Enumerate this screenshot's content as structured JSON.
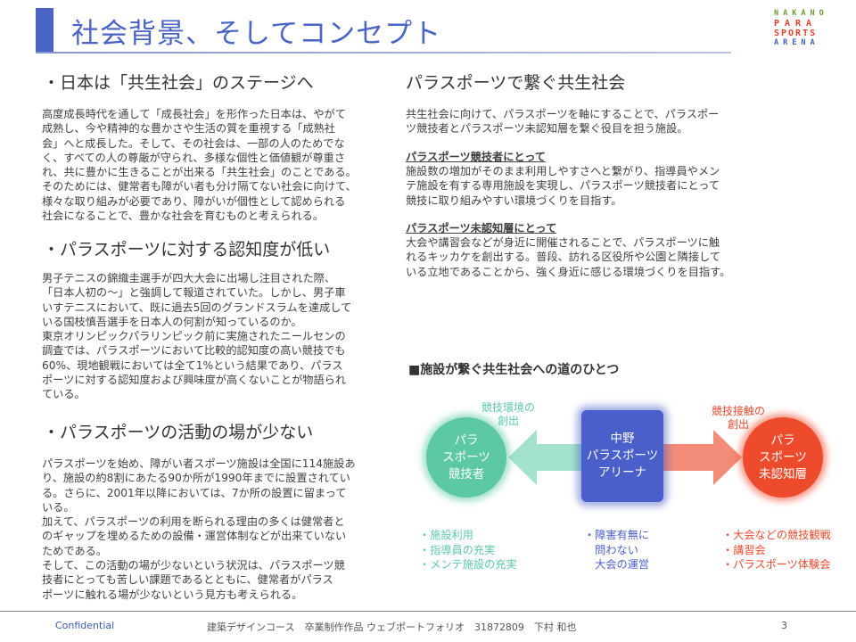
{
  "header": {
    "title": "社会背景、そしてコンセプト",
    "logo": [
      "NAKANO",
      "PARA",
      "SPORTS",
      "ARENA"
    ]
  },
  "left": {
    "sections": [
      {
        "heading": "・日本は「共生社会」のステージへ",
        "lines": [
          "高度成長時代を通して「成長社会」を形作った日本は、やがて",
          "成熟し、今や精神的な豊かさや生活の質を重視する「成熟社",
          "会」へと成長した。そして、その社会は、一部の人のためでな",
          "く、すべての人の尊厳が守られ、多様な個性と価値観が尊重さ",
          "れ、共に豊かに生きることが出来る「共生社会」のことである。",
          "そのためには、健常者も障がい者も分け隔てない社会に向けて、",
          "様々な取り組みが必要であり、障がいが個性として認められる",
          "社会になることで、豊かな社会を育むものと考えられる。"
        ]
      },
      {
        "heading": "・パラスポーツに対する認知度が低い",
        "lines": [
          "男子テニスの錦織圭選手が四大大会に出場し注目された際、",
          "「日本人初の～」と強調して報道されていた。しかし、男子車",
          "いすテニスにおいて、既に過去5回のグランドスラムを達成して",
          "いる国枝慎吾選手を日本人の何割が知っているのか。",
          "東京オリンピックパラリンピック前に実施されたニールセンの",
          "調査では、パラスポーツにおいて比較的認知度の高い競技でも",
          "60%、現地観戦においては全て1%という結果であり、パラス",
          "ポーツに対する認知度および興味度が高くないことが物語られ",
          "ている。"
        ]
      },
      {
        "heading": "・パラスポーツの活動の場が少ない",
        "lines": [
          "パラスポーツを始め、障がい者スポーツ施設は全国に114施設あ",
          "り、施設の約8割にあたる90か所が1990年までに設置されてい",
          "る。さらに、2001年以降においては、7か所の設置に留まって",
          "いる。",
          "加えて、パラスポーツの利用を断られる理由の多くは健常者と",
          "のギャップを埋めるための設備・運営体制などが出来ていない",
          "ためである。",
          "そして、この活動の場が少ないという状況は、パラスポーツ競",
          "技者にとっても苦しい課題であるとともに、健常者がパラス",
          "ポーツに触れる場が少ないという見方も考えられる。"
        ]
      }
    ]
  },
  "right": {
    "heading": "パラスポーツで繋ぐ共生社会",
    "intro": [
      "共生社会に向けて、パラスポーツを軸にすることで、パラスポー",
      "ツ競技者とパラスポーツ未認知層を繋ぐ役目を担う施設。"
    ],
    "sub1": {
      "title": "パラスポーツ競技者にとって",
      "lines": [
        "施設数の増加がそのまま利用しやすさへと繋がり、指導員やメン",
        "テ施設を有する専用施設を実現し、パラスポーツ競技者にとって",
        "競技に取り組みやすい環境づくりを目指す。"
      ]
    },
    "sub2": {
      "title": "パラスポーツ未認知層にとって",
      "lines": [
        "大会や講習会などが身近に開催されることで、パラスポーツに触",
        "れるキッカケを創出する。普段、訪れる区役所や公園と隣接して",
        "いる立地であることから、強く身近に感じる環境づくりを目指す。"
      ]
    }
  },
  "diagram": {
    "title": "■施設が繋ぐ共生社会への道のひとつ",
    "left_node": [
      "パラ",
      "スポーツ",
      "競技者"
    ],
    "center_node": [
      "中野",
      "パラスポーツ",
      "アリーナ"
    ],
    "right_node": [
      "パラ",
      "スポーツ",
      "未認知層"
    ],
    "left_arrow_label": [
      "競技環境の",
      "創出"
    ],
    "right_arrow_label": [
      "競技接触の",
      "創出"
    ],
    "left_list": [
      "・施設利用",
      "・指導員の充実",
      "・メンテ施設の充実"
    ],
    "center_list": [
      "・障害有無に",
      "　問わない",
      "　大会の運営"
    ],
    "right_list": [
      "・大会などの競技観戦",
      "・講習会",
      "・パラスポーツ体験会"
    ],
    "colors": {
      "green": "#5cc9a3",
      "blue": "#4a5fc9",
      "red": "#ee4a2c"
    }
  },
  "footer": {
    "confidential": "Confidential",
    "info": "建築デザインコース　卒業制作作品 ウェブポートフォリオ　31872809　下村 和也",
    "page": "3"
  }
}
